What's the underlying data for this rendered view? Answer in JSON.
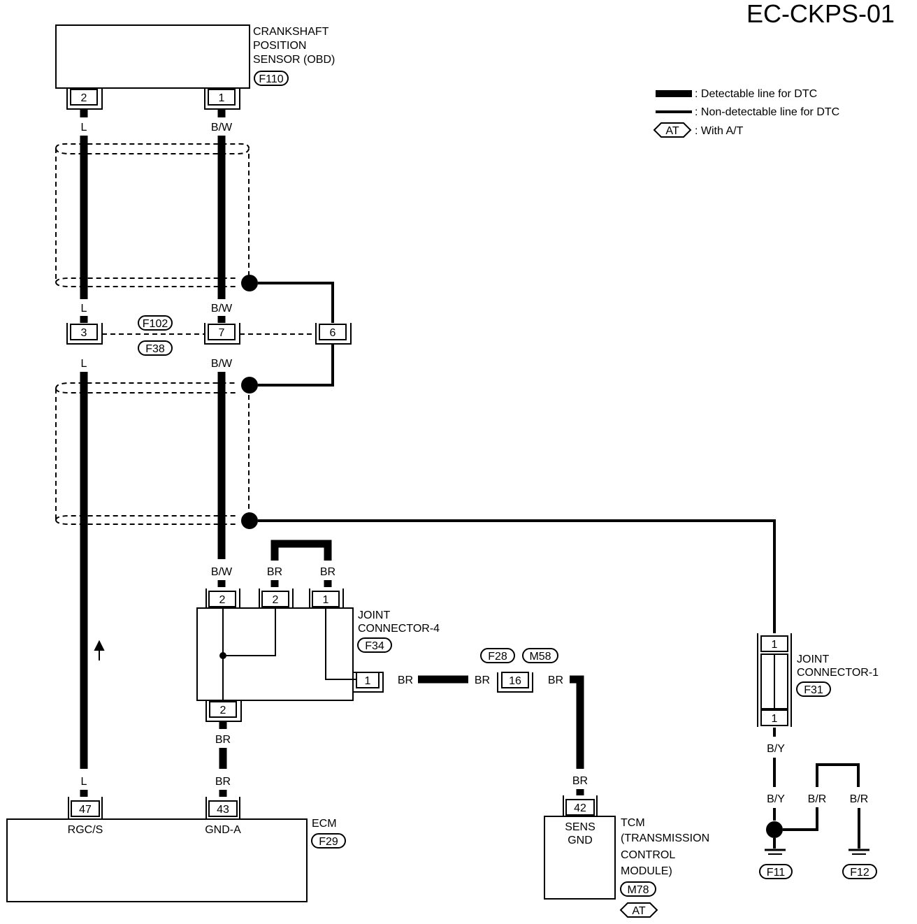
{
  "title": "EC-CKPS-01",
  "legend": {
    "detectable": ": Detectable line for DTC",
    "non_detectable": ": Non-detectable line for DTC",
    "at_tag": "AT",
    "with_at": ": With A/T"
  },
  "sensor": {
    "line1": "CRANKSHAFT",
    "line2": "POSITION",
    "line3": "SENSOR (OBD)",
    "connector": "F110",
    "pin_left": "2",
    "pin_right": "1"
  },
  "wires": {
    "l": "L",
    "bw": "B/W",
    "br": "BR",
    "by": "B/Y",
    "b_r": "B/R"
  },
  "midconn": {
    "pin_l": "3",
    "pin_bw": "7",
    "pin_shield": "6",
    "tag_top": "F102",
    "tag_bottom": "F38"
  },
  "joint4": {
    "line1": "JOINT",
    "line2": "CONNECTOR-4",
    "connector": "F34",
    "pin_top1": "2",
    "pin_top2": "2",
    "pin_top3": "1",
    "pin_right": "1",
    "pin_bottom": "2"
  },
  "inline_conn": {
    "tag1": "F28",
    "tag2": "M58",
    "pin": "16"
  },
  "joint1": {
    "line1": "JOINT",
    "line2": "CONNECTOR-1",
    "connector": "F31",
    "pin_top": "1",
    "pin_bottom": "1"
  },
  "ecm": {
    "label": "ECM",
    "connector": "F29",
    "pin1": "47",
    "pin1_label": "RGC/S",
    "pin2": "43",
    "pin2_label": "GND-A"
  },
  "tcm": {
    "line1": "TCM",
    "line2": "(TRANSMISSION",
    "line3": "CONTROL",
    "line4": "MODULE)",
    "connector": "M78",
    "at_tag": "AT",
    "pin": "42",
    "pin_label1": "SENS",
    "pin_label2": "GND"
  },
  "grounds": {
    "g1": "F11",
    "g2": "F12"
  }
}
